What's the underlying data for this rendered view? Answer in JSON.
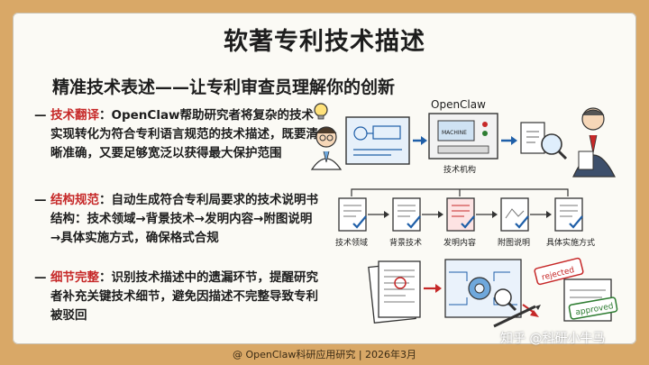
{
  "title": "软著专利技术描述",
  "subtitle": "精准技术表述——让专利审查员理解你的创新",
  "items": [
    {
      "keyword": "技术翻译",
      "text": "：OpenClaw帮助研究者将复杂的技术实现转化为符合专利语言规范的技术描述，既要清晰准确，又要足够宽泛以获得最大保护范围"
    },
    {
      "keyword": "结构规范",
      "text": "：自动生成符合专利局要求的技术说明书结构：技术领域→背景技术→发明内容→附图说明→具体实施方式，确保格式合规"
    },
    {
      "keyword": "细节完整",
      "text": "：识别技术描述中的遗漏环节，提醒研究者补充关键技术细节，避免因描述不完整导致专利被驳回"
    }
  ],
  "illustration1": {
    "app_label": "OpenClaw",
    "machine_label": "技术机构",
    "screen_text": "MACHINE"
  },
  "illustration2": {
    "steps": [
      "技术领域",
      "背景技术",
      "发明内容",
      "附图说明",
      "具体实施方式"
    ]
  },
  "illustration3": {
    "stamp_rejected": "rejected",
    "stamp_approved": "approved"
  },
  "footer": "@ OpenClaw科研应用研究 | 2026年3月",
  "watermark": "知乎 @科研小牛马"
}
